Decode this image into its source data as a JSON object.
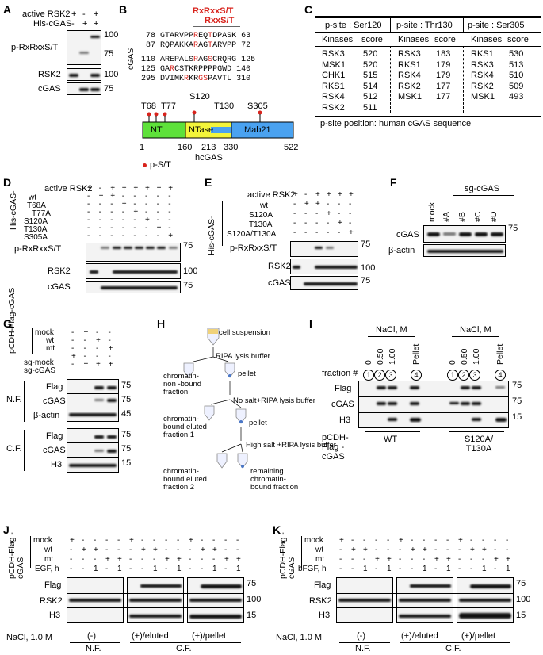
{
  "labels": {
    "A": "A",
    "B": "B",
    "C": "C",
    "D": "D",
    "E": "E",
    "F": "F",
    "G": "G",
    "H": "H",
    "I": "I",
    "J": "J",
    "K": "K"
  },
  "A": {
    "rows": [
      "active RSK2",
      "His-cGAS"
    ],
    "signs": [
      [
        "+",
        "-",
        "+"
      ],
      [
        "-",
        "+",
        "+"
      ]
    ],
    "blots": [
      "p-RxRxxS/T",
      "RSK2",
      "cGAS"
    ],
    "mw": [
      "100",
      "75",
      "100",
      "75"
    ]
  },
  "B": {
    "motif1": "RxRxxS/T",
    "motif2": "RxxS/T",
    "side": "cGAS",
    "seq": [
      {
        "s": "78",
        "pre": "GTARVPP",
        "r1": "R",
        "m": "EQ",
        "r2": "T",
        "post": "DPASK",
        "e": "63"
      },
      {
        "s": "87",
        "pre": "RQPAKKA",
        "r1": "R",
        "m": "AG",
        "r2": "T",
        "post": "ARVPP",
        "e": "72"
      },
      {
        "s": "110",
        "pre": "AREPALS",
        "r1": "R",
        "m": "AG",
        "r2": "S",
        "post": "CRQRG",
        "e": "125"
      },
      {
        "s": "125",
        "pre": "GA",
        "r1": "R",
        "m": "CSTKRPPPPGWD",
        "r2": "",
        "post": "",
        "e": "140"
      },
      {
        "s": "295",
        "pre": "DVIMK",
        "r1": "R",
        "m": "KR",
        "r2": "GS",
        "post": "PAVTL",
        "e": "310"
      }
    ],
    "sites": [
      "S120",
      "T68",
      "T77",
      "T130",
      "S305"
    ],
    "domains": [
      "NT",
      "NTase",
      "Mab21"
    ],
    "pos": [
      "1",
      "160",
      "213",
      "330",
      "522"
    ],
    "name": "hcGAS",
    "legend": "p-S/T"
  },
  "C": {
    "heads": [
      "p-site : Ser120",
      "p-site : Thr130",
      "p-site : Ser305"
    ],
    "sub": [
      "Kinases",
      "score"
    ],
    "cols": [
      [
        [
          "RSK3",
          "520"
        ],
        [
          "MSK1",
          "520"
        ],
        [
          "CHK1",
          "515"
        ],
        [
          "RKS1",
          "514"
        ],
        [
          "RSK4",
          "512"
        ],
        [
          "RSK2",
          "511"
        ]
      ],
      [
        [
          "RSK3",
          "183"
        ],
        [
          "RKS1",
          "179"
        ],
        [
          "RSK4",
          "179"
        ],
        [
          "RSK2",
          "177"
        ],
        [
          "MSK1",
          "177"
        ]
      ],
      [
        [
          "RKS1",
          "530"
        ],
        [
          "RSK3",
          "513"
        ],
        [
          "RSK4",
          "510"
        ],
        [
          "RSK2",
          "509"
        ],
        [
          "MSK1",
          "493"
        ]
      ]
    ],
    "note": "p-site position: human cGAS sequence"
  },
  "D": {
    "title": "active RSK2",
    "side": "His-cGAS-",
    "rows": [
      "wt",
      "T68A",
      "T77A",
      "S120A",
      "T130A",
      "S305A"
    ],
    "signs": [
      [
        "+",
        "-",
        "+",
        "+",
        "+",
        "+",
        "+",
        "+"
      ],
      [
        "-",
        "+",
        "+",
        "-",
        "-",
        "-",
        "-",
        "-"
      ],
      [
        "-",
        "-",
        "-",
        "+",
        "-",
        "-",
        "-",
        "-"
      ],
      [
        "-",
        "-",
        "-",
        "-",
        "+",
        "-",
        "-",
        "-"
      ],
      [
        "-",
        "-",
        "-",
        "-",
        "-",
        "+",
        "-",
        "-"
      ],
      [
        "-",
        "-",
        "-",
        "-",
        "-",
        "-",
        "+",
        "-"
      ],
      [
        "-",
        "-",
        "-",
        "-",
        "-",
        "-",
        "-",
        "+"
      ]
    ],
    "blots": [
      "p-RxRxxS/T",
      "RSK2",
      "cGAS"
    ],
    "mw": [
      "75",
      "100",
      "75"
    ]
  },
  "E": {
    "title": "active RSK2",
    "side": "His-cGAS-",
    "rows": [
      "wt",
      "S120A",
      "T130A",
      "S120A/T130A"
    ],
    "signs": [
      [
        "+",
        "-",
        "+",
        "+",
        "+",
        "+"
      ],
      [
        "-",
        "+",
        "+",
        "-",
        "-",
        "-"
      ],
      [
        "-",
        "-",
        "-",
        "+",
        "-",
        "-"
      ],
      [
        "-",
        "-",
        "-",
        "-",
        "+",
        "-"
      ],
      [
        "-",
        "-",
        "-",
        "-",
        "-",
        "+"
      ]
    ],
    "blots": [
      "p-RxRxxS/T",
      "RSK2",
      "cGAS"
    ],
    "mw": [
      "75",
      "100",
      "75"
    ]
  },
  "F": {
    "group": "sg-cGAS",
    "lanes": [
      "mock",
      "#A",
      "#B",
      "#C",
      "#D"
    ],
    "blots": [
      "cGAS",
      "β-actin"
    ],
    "mw": [
      "75"
    ]
  },
  "G": {
    "side": "pCDH-Flag-cGAS",
    "rows": [
      "mock",
      "wt",
      "mt",
      "sg-mock",
      "sg-cGAS"
    ],
    "signs": [
      [
        "-",
        "+",
        "-",
        "-"
      ],
      [
        "-",
        "-",
        "+",
        "-"
      ],
      [
        "-",
        "-",
        "-",
        "+"
      ],
      [
        "+",
        "-",
        "-",
        "-"
      ],
      [
        "-",
        "+",
        "+",
        "+"
      ]
    ],
    "nf": "N.F.",
    "cf": "C.F.",
    "blots1": [
      "Flag",
      "cGAS",
      "β-actin"
    ],
    "blots2": [
      "Flag",
      "cGAS",
      "H3"
    ],
    "mw1": [
      "75",
      "75",
      "45"
    ],
    "mw2": [
      "75",
      "75",
      "15"
    ]
  },
  "H": {
    "steps": [
      "cell suspension",
      "RIPA lysis buffer",
      "chromatin-non -bound fraction",
      "pellet",
      "No salt+RIPA lysis buffer",
      "chromatin-bound eluted fraction 1",
      "pellet",
      "High salt +RIPA lysis buffer",
      "chromatin-bound eluted fraction 2",
      "remaining chromatin- bound fraction"
    ]
  },
  "I": {
    "nacl": "NaCl, M",
    "conc": [
      "0",
      "0.50",
      "1.00",
      "Pellet"
    ],
    "fraction": "fraction #",
    "nums": [
      "1",
      "2",
      "3",
      "4"
    ],
    "blots": [
      "Flag",
      "cGAS",
      "H3"
    ],
    "mw": [
      "75",
      "75",
      "15"
    ],
    "construct": "pCDH-Flag -cGAS",
    "groups": [
      "WT",
      "S120A/ T130A"
    ]
  },
  "J": {
    "side": "pCDH-Flag -cGAS",
    "rows": [
      "mock",
      "wt",
      "mt",
      "EGF, h"
    ],
    "blots": [
      "Flag",
      "RSK2",
      "H3"
    ],
    "mw": [
      "75",
      "100",
      "15"
    ],
    "nacl": "NaCl, 1.0 M",
    "groups": [
      "(-)",
      "(+)/eluted",
      "(+)/pellet"
    ],
    "nf": "N.F.",
    "cf": "C.F."
  },
  "K": {
    "side": "pCDH-Flag -cGAS",
    "rows": [
      "mock",
      "wt",
      "mt",
      "bFGF, h"
    ],
    "blots": [
      "Flag",
      "RSK2",
      "H3"
    ],
    "mw": [
      "75",
      "100",
      "15"
    ],
    "nacl": "NaCl, 1.0 M",
    "groups": [
      "(-)",
      "(+)/eluted",
      "(+)/pellet"
    ],
    "nf": "N.F.",
    "cf": "C.F."
  },
  "JKsigns": [
    [
      "+",
      "-",
      "-",
      "-",
      "-",
      "+",
      "-",
      "-",
      "-",
      "-",
      "+",
      "-",
      "-",
      "-",
      "-"
    ],
    [
      "-",
      "+",
      "+",
      "-",
      "-",
      "-",
      "+",
      "+",
      "-",
      "-",
      "-",
      "+",
      "+",
      "-",
      "-"
    ],
    [
      "-",
      "-",
      "-",
      "+",
      "+",
      "-",
      "-",
      "-",
      "+",
      "+",
      "-",
      "-",
      "-",
      "+",
      "+"
    ],
    [
      "-",
      "-",
      "1",
      "-",
      "1",
      "-",
      "-",
      "1",
      "-",
      "1",
      "-",
      "-",
      "1",
      "-",
      "1"
    ]
  ]
}
